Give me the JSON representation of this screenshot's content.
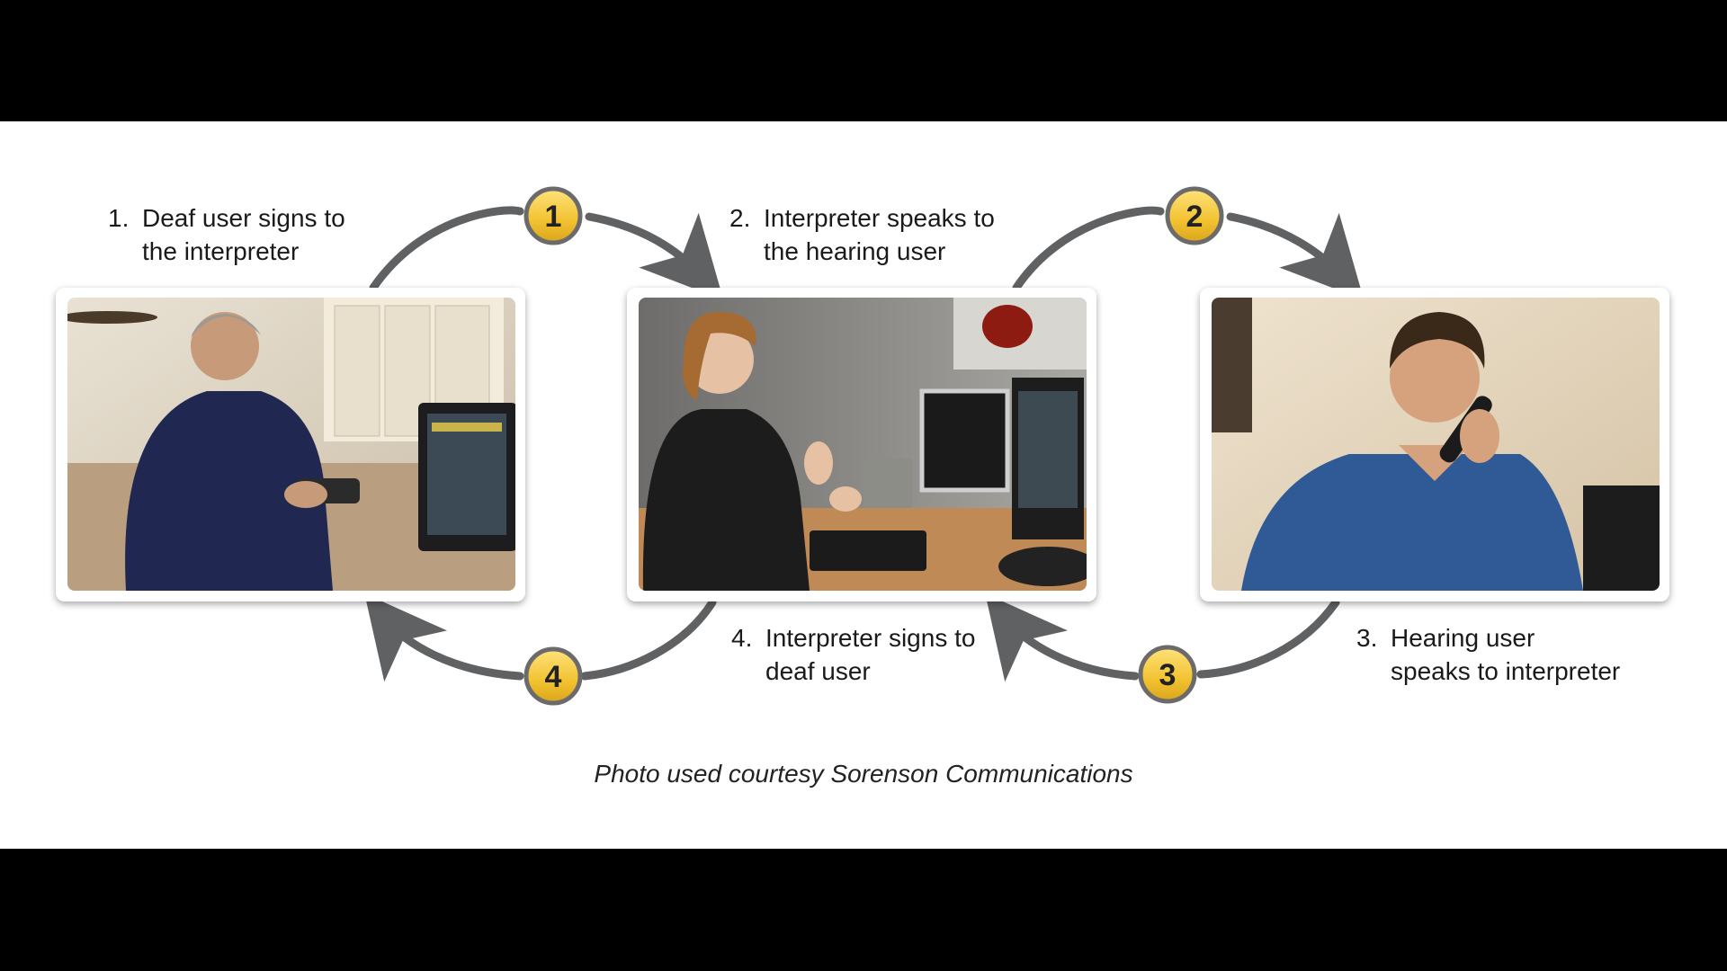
{
  "steps": [
    {
      "num": "1.",
      "text": "Deaf user signs to\nthe interpreter"
    },
    {
      "num": "2.",
      "text": "Interpreter speaks to\nthe hearing user"
    },
    {
      "num": "3.",
      "text": "Hearing user\nspeaks to interpreter"
    },
    {
      "num": "4.",
      "text": "Interpreter signs to\ndeaf user"
    }
  ],
  "badges": [
    "1",
    "2",
    "3",
    "4"
  ],
  "caption": "Photo used courtesy Sorenson Communications",
  "photos": [
    {
      "subject": "deaf-user-at-videophone"
    },
    {
      "subject": "interpreter-signing-at-workstation"
    },
    {
      "subject": "hearing-user-on-telephone"
    }
  ],
  "colors": {
    "arrow": "#5f6163",
    "badge_fill": "#f2c230",
    "badge_stroke": "#6b6b6b",
    "frame": "#ffffff"
  }
}
